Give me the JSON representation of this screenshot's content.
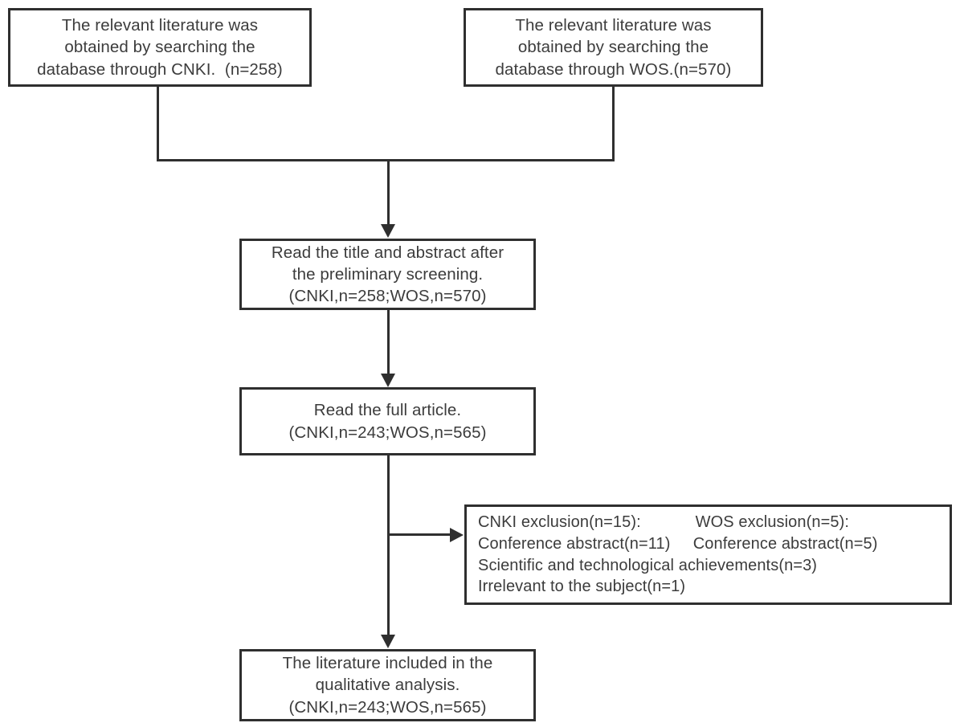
{
  "diagram": {
    "title": "Literature screening flow diagram",
    "type": "flowchart",
    "stroke_color": "#2f2f2f",
    "text_color": "#3c3c3c",
    "background_color": "#ffffff"
  },
  "nodes": {
    "cnki_source": {
      "lines": [
        "The relevant literature was",
        "obtained by searching the",
        "database through CNKI.  (n=258)"
      ]
    },
    "wos_source": {
      "lines": [
        "The relevant literature was",
        "obtained by searching the",
        "database through WOS.(n=570)"
      ]
    },
    "screening": {
      "lines": [
        "Read the title and abstract after",
        "the preliminary screening.",
        "(CNKI,n=258;WOS,n=570)"
      ]
    },
    "fulltext": {
      "lines": [
        "Read the full article.",
        "(CNKI,n=243;WOS,n=565)"
      ]
    },
    "exclusion": {
      "rows": [
        "CNKI exclusion(n=15):            WOS exclusion(n=5):",
        "Conference abstract(n=11)     Conference abstract(n=5)",
        "Scientific and technological achievements(n=3)",
        "Irrelevant to the subject(n=1)"
      ]
    },
    "included": {
      "lines": [
        "The literature included in the",
        "qualitative analysis.",
        "(CNKI,n=243;WOS,n=565)"
      ]
    }
  },
  "counts": {
    "cnki_identified": 258,
    "wos_identified": 570,
    "cnki_title_abstract_screened": 258,
    "wos_title_abstract_screened": 570,
    "cnki_full_text_assessed": 243,
    "wos_full_text_assessed": 565,
    "cnki_excluded_total": 15,
    "cnki_excluded_conference_abstract": 11,
    "cnki_excluded_sci_tech_achievements": 3,
    "cnki_excluded_irrelevant": 1,
    "wos_excluded_total": 5,
    "wos_excluded_conference_abstract": 5,
    "cnki_included": 243,
    "wos_included": 565
  }
}
